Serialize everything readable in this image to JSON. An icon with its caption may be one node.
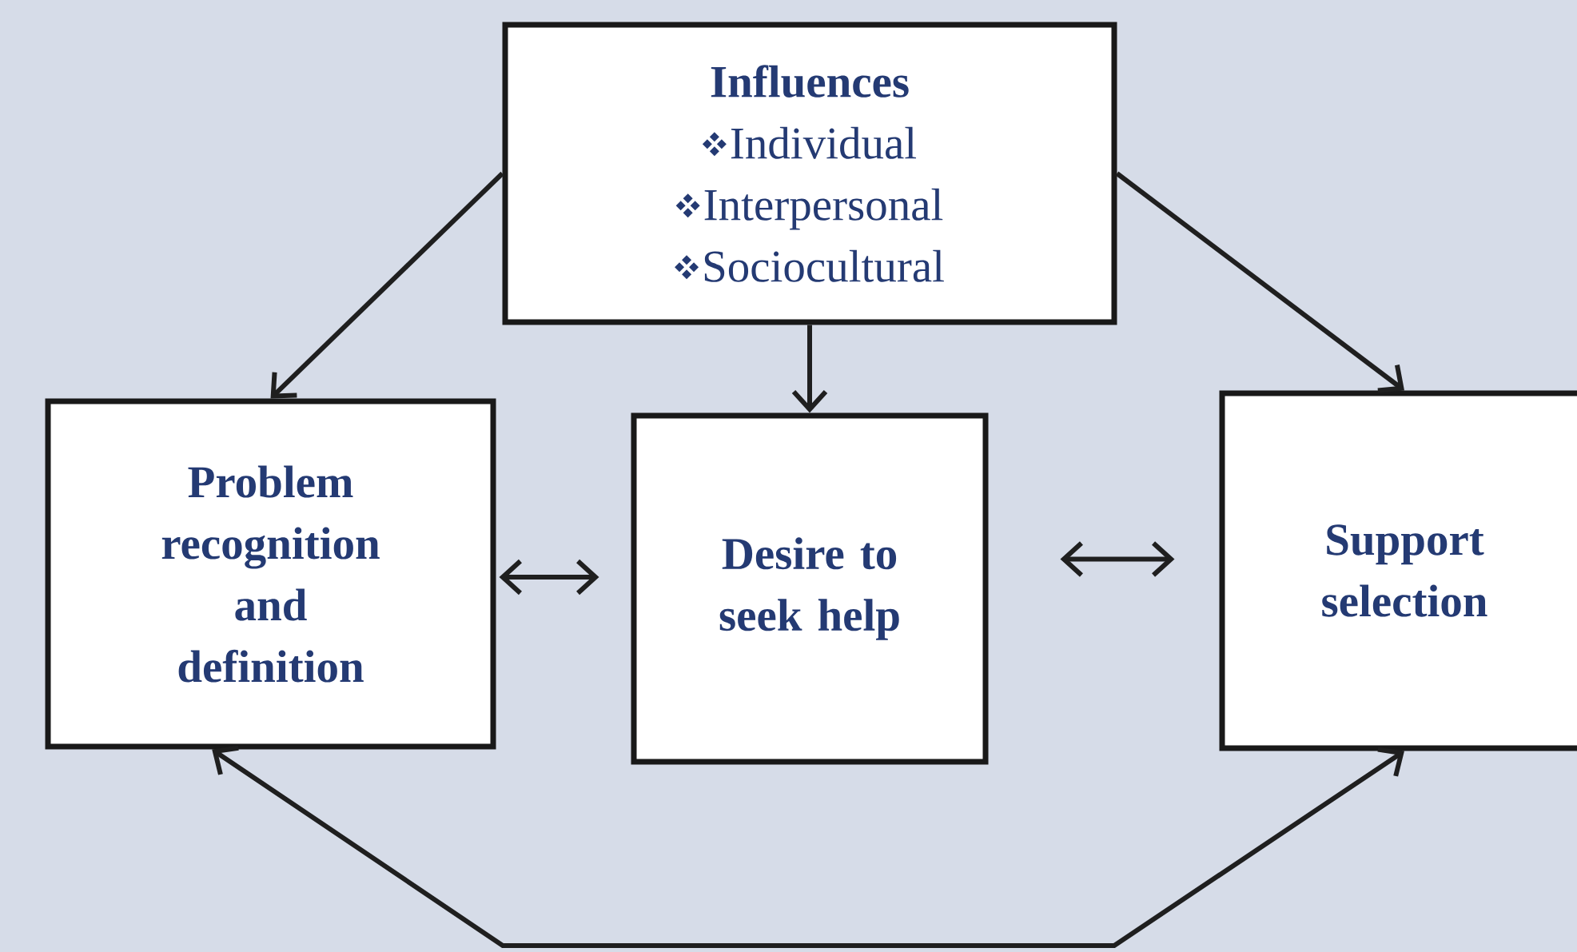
{
  "diagram": {
    "nodes": [
      {
        "text": [
          "Influences",
          "Individual",
          "Interpersonal",
          "Sociocultural"
        ]
      },
      {
        "text": [
          "Problem recognition and definition"
        ]
      },
      {
        "text": [
          "Desire to seek help"
        ]
      },
      {
        "text": [
          "Support selection"
        ]
      }
    ],
    "edges": [
      {
        "from": 0,
        "to": 1,
        "arrow": "to"
      },
      {
        "from": 0,
        "to": 2,
        "arrow": "to"
      },
      {
        "from": 0,
        "to": 3,
        "arrow": "to"
      },
      {
        "from": 1,
        "to": 2,
        "arrow": "both"
      },
      {
        "from": 2,
        "to": 3,
        "arrow": "both"
      },
      {
        "from": 1,
        "to": 3,
        "arrow": "both"
      }
    ]
  }
}
